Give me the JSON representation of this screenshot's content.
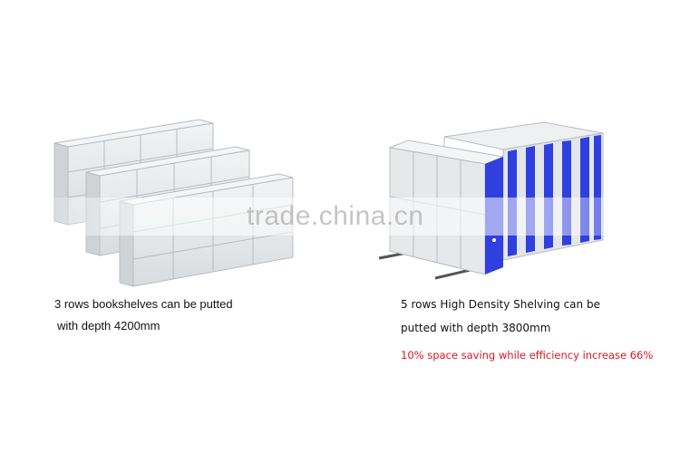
{
  "left": {
    "caption_line1": "3 rows bookshelves can be putted",
    "caption_line2": "with depth 4200mm"
  },
  "right": {
    "caption_line1": "5 rows High Density Shelving can be",
    "caption_line2": "putted with depth 3800mm",
    "highlight": "10% space saving while efficiency increase 66%"
  },
  "watermark": "trade.china.cn",
  "colors": {
    "shelf_body": "#e6e8ea",
    "shelf_edge": "#b8bcc0",
    "accent_blue": "#2f3fe0",
    "highlight_red": "#e0141e"
  },
  "icons": {
    "left_illustration": "static-bookshelves-illustration",
    "right_illustration": "mobile-high-density-shelving-illustration"
  }
}
